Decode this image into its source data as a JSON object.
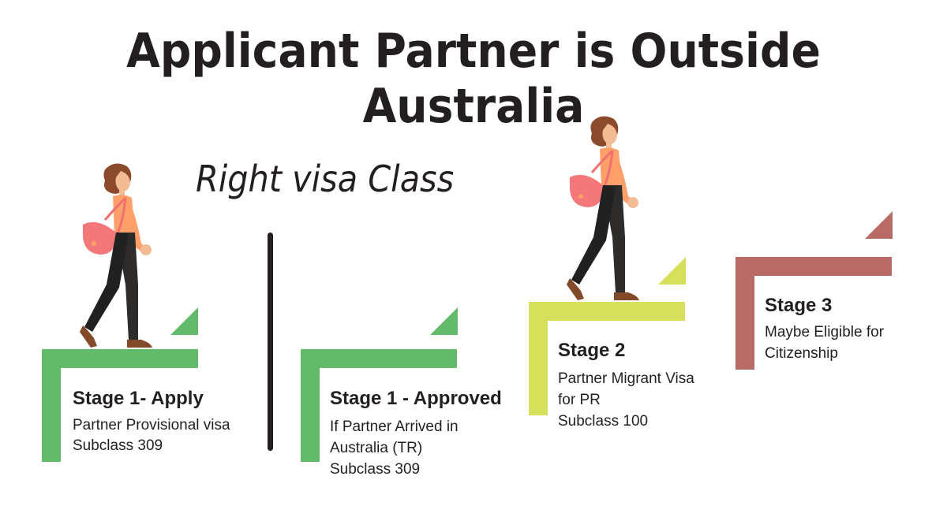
{
  "title": "Applicant Partner is Outside Australia",
  "subtitle": "Right visa Class",
  "colors": {
    "green": "#62bb6a",
    "lime": "#d6e05a",
    "rose": "#b86b66",
    "text": "#231f20"
  },
  "stages": [
    {
      "title": "Stage 1- Apply",
      "lines": [
        "Partner Provisional visa",
        "Subclass 309"
      ]
    },
    {
      "title": "Stage 1 - Approved",
      "lines": [
        "If Partner Arrived in",
        "Australia (TR)",
        "Subclass 309"
      ]
    },
    {
      "title": "Stage 2",
      "lines": [
        "Partner Migrant Visa",
        "for PR",
        "Subclass 100"
      ]
    },
    {
      "title": "Stage 3",
      "lines": [
        "Maybe Eligible for",
        "Citizenship"
      ]
    }
  ]
}
